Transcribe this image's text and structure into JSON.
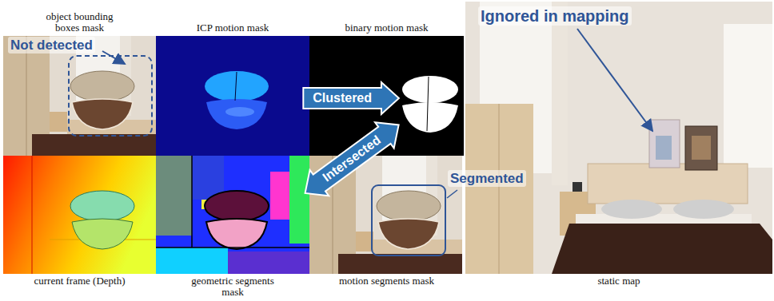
{
  "diagram": {
    "nodes": [
      {
        "text": [
          "object bounding boxes mask"
        ]
      },
      {
        "text": [
          "ICP motion mask"
        ]
      },
      {
        "text": [
          "binary motion mask"
        ]
      },
      {
        "text": [
          "static map"
        ]
      },
      {
        "text": [
          "current frame (Depth)"
        ]
      },
      {
        "text": [
          "geometric segments mask"
        ]
      },
      {
        "text": [
          "motion segments mask"
        ]
      }
    ],
    "edges": [
      {
        "from": 1,
        "to": 2,
        "arrow": "to",
        "label": "Clustered"
      },
      {
        "from": 5,
        "to": 2,
        "arrow": "both",
        "label": "Intersected"
      }
    ],
    "labels": [
      "Not detected",
      "Segmented",
      "Ignored in mapping"
    ]
  }
}
